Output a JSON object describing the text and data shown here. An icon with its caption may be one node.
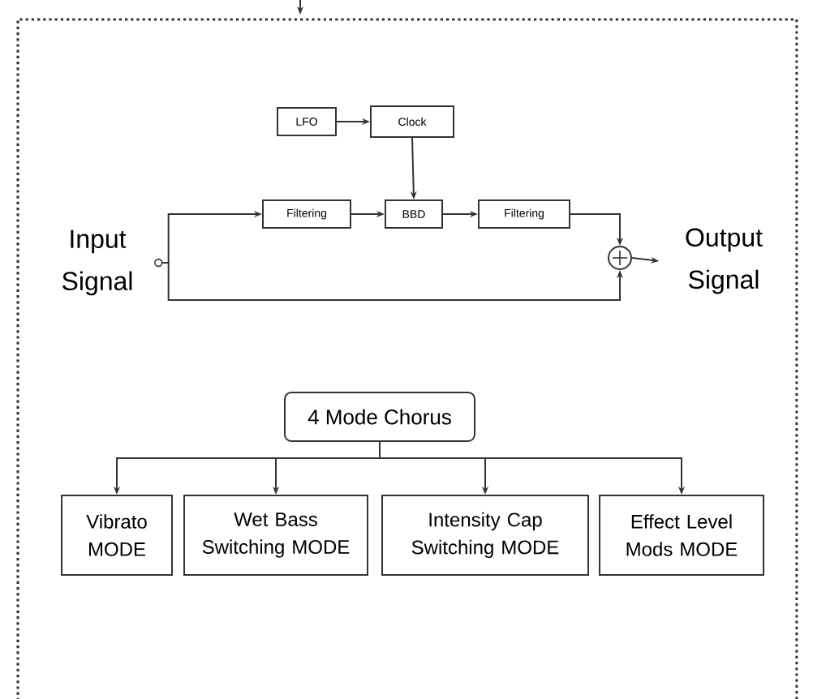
{
  "diagram": {
    "nodes": [
      {
        "text": [
          "Input Signal"
        ]
      },
      {
        "text": [
          "LFO"
        ]
      },
      {
        "text": [
          "Clock"
        ]
      },
      {
        "text": [
          "Filtering"
        ]
      },
      {
        "text": [
          "BBD"
        ]
      },
      {
        "text": [
          "Filtering"
        ]
      },
      {
        "text": [],
        "shape": "circle"
      },
      {
        "text": [
          "Output Signal"
        ]
      },
      {
        "text": [
          "4 Mode Chorus"
        ]
      },
      {
        "text": [
          "Vibrato MODE"
        ]
      },
      {
        "text": [
          "Wet Bass Switching MODE"
        ]
      },
      {
        "text": [
          "Intensity Cap Switching MODE"
        ]
      },
      {
        "text": [
          "Effect Level Mods MODE"
        ]
      }
    ],
    "edges": [
      {
        "from": 1,
        "to": 2,
        "arrow": "to"
      },
      {
        "from": 2,
        "to": 4,
        "arrow": "to"
      },
      {
        "from": 0,
        "to": 3,
        "arrow": "to"
      },
      {
        "from": 3,
        "to": 4,
        "arrow": "to"
      },
      {
        "from": 4,
        "to": 5,
        "arrow": "to"
      },
      {
        "from": 5,
        "to": 6,
        "arrow": "to"
      },
      {
        "from": 0,
        "to": 6,
        "arrow": "to"
      },
      {
        "from": 6,
        "to": 7,
        "arrow": "to"
      },
      {
        "from": 8,
        "to": 9,
        "arrow": "to"
      },
      {
        "from": 8,
        "to": 10,
        "arrow": "to"
      },
      {
        "from": 8,
        "to": 11,
        "arrow": "to"
      },
      {
        "from": 8,
        "to": 12,
        "arrow": "to"
      }
    ]
  }
}
